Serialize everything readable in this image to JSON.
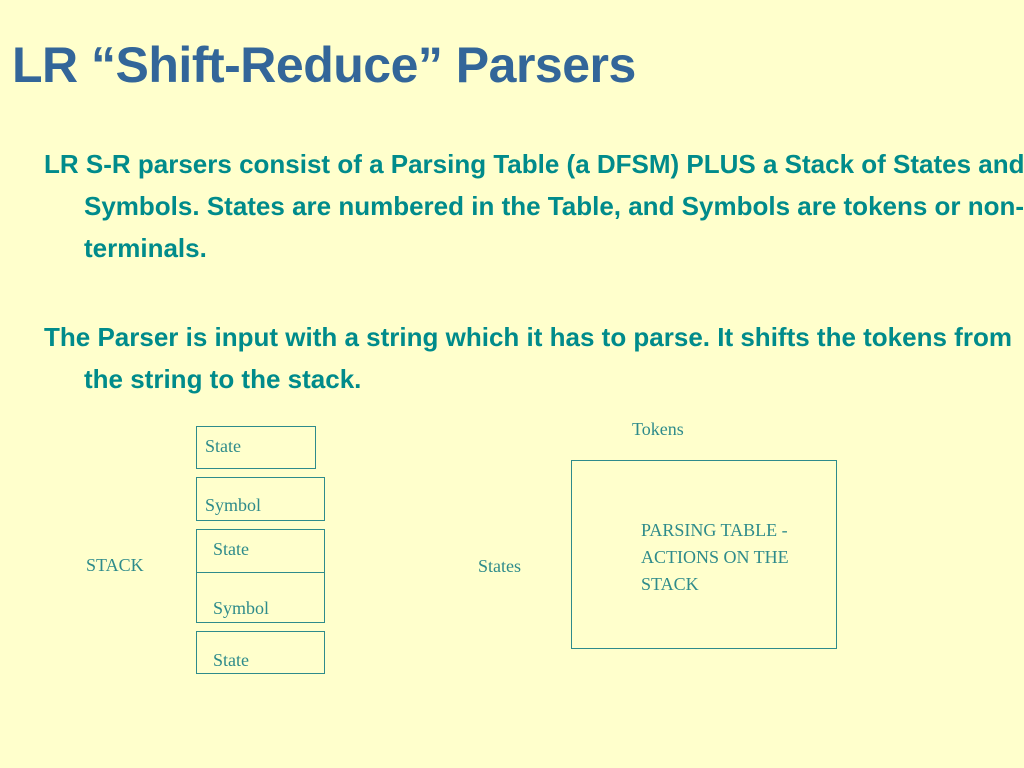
{
  "slide": {
    "title": "LR “Shift-Reduce” Parsers",
    "bullets": [
      "LR S-R parsers consist of a Parsing Table (a DFSM) PLUS a Stack of States and Symbols. States are numbered in the Table, and Symbols are tokens or non-terminals.",
      "The Parser is input with a string which it has to parse. It shifts the tokens from the string to the stack."
    ]
  },
  "diagram": {
    "stack_label": "STACK",
    "stack_cells": [
      "State",
      "Symbol",
      "State",
      "Symbol",
      "State"
    ],
    "tokens_label": "Tokens",
    "states_label": "States",
    "table_label": "PARSING TABLE - ACTIONS ON THE STACK"
  },
  "colors": {
    "background": "#ffffcc",
    "title": "#336699",
    "body_text": "#008b8b",
    "diagram": "#2e8b8b"
  }
}
